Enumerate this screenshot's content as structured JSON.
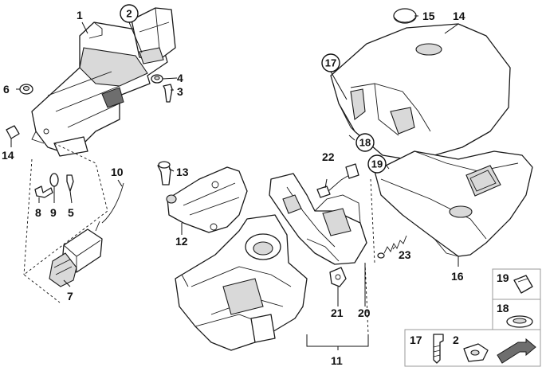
{
  "labels": {
    "p1": "1",
    "p2": "2",
    "p3": "3",
    "p4": "4",
    "p5": "5",
    "p6": "6",
    "p7": "7",
    "p8": "8",
    "p9": "9",
    "p10": "10",
    "p11": "11",
    "p12": "12",
    "p13": "13",
    "p14a": "14",
    "p14b": "14",
    "p15": "15",
    "p16": "16",
    "p17": "17",
    "p18": "18",
    "p19": "19",
    "p20": "20",
    "p21": "21",
    "p22": "22",
    "p23": "23"
  },
  "legend": {
    "l19": "19",
    "l18": "18",
    "l17": "17",
    "l2": "2"
  },
  "colors": {
    "line": "#1a1a1a",
    "shade": "#d9d9d9",
    "legend_border": "#9a9a9a"
  }
}
